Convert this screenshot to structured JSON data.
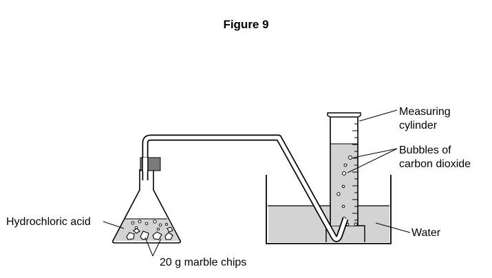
{
  "figure_title": "Figure 9",
  "labels": {
    "measuring_cylinder": [
      "Measuring",
      "cylinder"
    ],
    "bubbles": [
      "Bubbles of",
      "carbon dioxide"
    ],
    "water": "Water",
    "acid": "Hydrochloric acid",
    "marble": "20 g marble chips"
  },
  "colors": {
    "liquid": "#d3d3d3",
    "stopper": "#7a7a7a",
    "line": "#000000",
    "background": "#ffffff"
  }
}
